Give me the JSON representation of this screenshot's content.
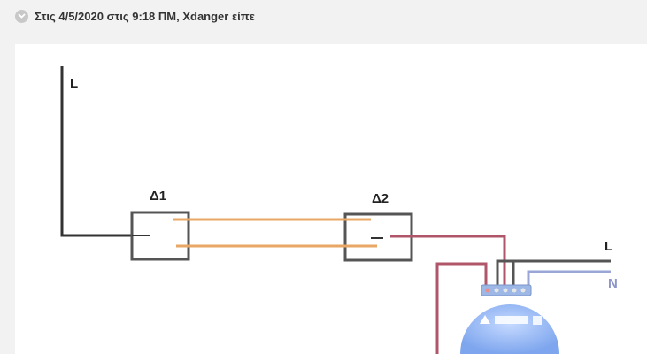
{
  "quote": {
    "header_text": "Στις 4/5/2020 στις 9:18 ΠΜ, Xdanger είπε"
  },
  "diagram": {
    "label_L_top": "L",
    "label_switch1": "Δ1",
    "label_switch2": "Δ2",
    "label_L_right": "L",
    "label_N": "N"
  },
  "colors": {
    "wire_black": "#333333",
    "wire_orange": "#e8a765",
    "wire_red": "#b0566a",
    "wire_neutral": "#9aa6d6",
    "wire_gray": "#555555"
  }
}
